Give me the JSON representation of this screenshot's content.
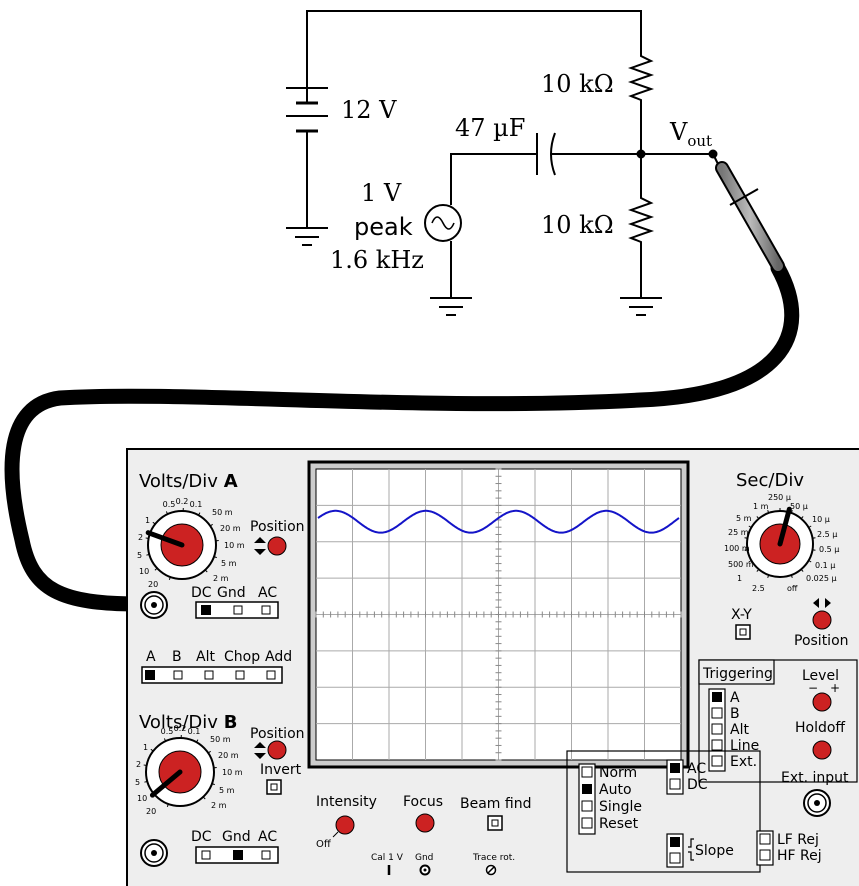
{
  "circuit": {
    "battery_voltage": "12 V",
    "resistor_top": "10 kΩ",
    "resistor_bottom": "10 kΩ",
    "capacitor": "47 µF",
    "source_line1": "1 V",
    "source_line2": "peak",
    "source_line3": "1.6 kHz",
    "vout_main": "V",
    "vout_sub": "out"
  },
  "scope": {
    "volts_div_a": {
      "label": "Volts/Div",
      "channel": "A",
      "scale": [
        "0.5",
        "0.2",
        "0.1",
        "1",
        "2",
        "5",
        "10",
        "20",
        "50 m",
        "20 m",
        "10 m",
        "5 m",
        "2 m"
      ]
    },
    "volts_div_b": {
      "label": "Volts/Div",
      "channel": "B",
      "scale": [
        "0.5",
        "0.2",
        "0.1",
        "1",
        "2",
        "5",
        "10",
        "20",
        "50 m",
        "20 m",
        "10 m",
        "5 m",
        "2 m"
      ]
    },
    "position_label": "Position",
    "coupling_a": [
      "DC",
      "Gnd",
      "AC"
    ],
    "coupling_b": [
      "DC",
      "Gnd",
      "AC"
    ],
    "mode_buttons": [
      "A",
      "B",
      "Alt",
      "Chop",
      "Add"
    ],
    "invert_label": "Invert",
    "intensity_label": "Intensity",
    "intensity_off": "Off",
    "focus_label": "Focus",
    "beamfind_label": "Beam find",
    "cal_label": "Cal 1 V",
    "gnd_label": "Gnd",
    "trace_rot_label": "Trace rot.",
    "sec_div": {
      "label": "Sec/Div",
      "scale": [
        "250 µ",
        "1 m",
        "50 µ",
        "5 m",
        "10 µ",
        "25 m",
        "2.5 µ",
        "100 m",
        "0.5 µ",
        "500 m",
        "0.1 µ",
        "1",
        "0.025 µ",
        "2.5",
        "off"
      ]
    },
    "xy_label": "X-Y",
    "sec_position_label": "Position",
    "triggering_label": "Triggering",
    "trigger_sources": [
      "A",
      "B",
      "Alt",
      "Line",
      "Ext."
    ],
    "level_label": "Level",
    "level_minus": "−",
    "level_plus": "+",
    "holdoff_label": "Holdoff",
    "ext_input_label": "Ext. input",
    "trigger_modes": [
      "Norm",
      "Auto",
      "Single",
      "Reset"
    ],
    "trigger_coupling": [
      "AC",
      "DC"
    ],
    "slope_label": "Slope",
    "filters": [
      "LF Rej",
      "HF Rej"
    ]
  },
  "waveform": {
    "cycles": 4,
    "amplitude_div": 0.3,
    "center_div": 1.45
  }
}
